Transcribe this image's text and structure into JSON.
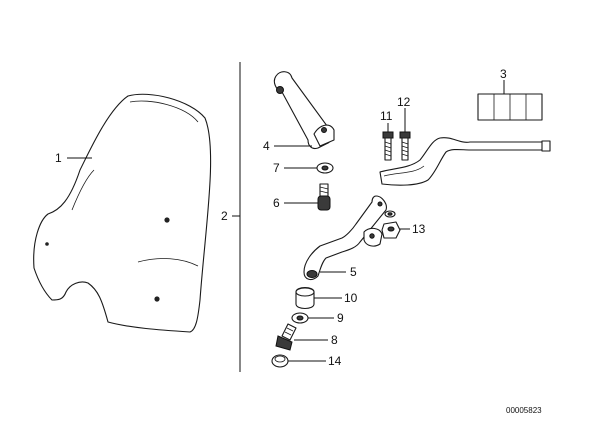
{
  "callouts": {
    "c1": "1",
    "c2": "2",
    "c3": "3",
    "c4": "4",
    "c5": "5",
    "c6": "6",
    "c7": "7",
    "c8": "8",
    "c9": "9",
    "c10": "10",
    "c11": "11",
    "c12": "12",
    "c13": "13",
    "c14": "14"
  },
  "document_number": "00005823"
}
